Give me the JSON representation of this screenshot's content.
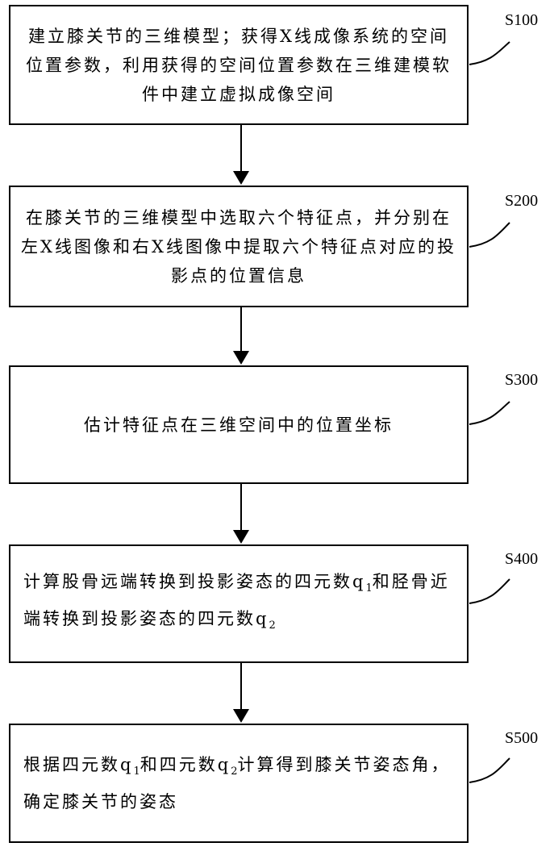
{
  "steps": [
    {
      "id": "S100",
      "text": "建立膝关节的三维模型；获得X线成像系统的空间位置参数，利用获得的空间位置参数在三维建模软件中建立虚拟成像空间"
    },
    {
      "id": "S200",
      "text": "在膝关节的三维模型中选取六个特征点，并分别在左X线图像和右X线图像中提取六个特征点对应的投影点的位置信息"
    },
    {
      "id": "S300",
      "text": "估计特征点在三维空间中的位置坐标"
    },
    {
      "id": "S400",
      "text_parts": [
        "计算股骨远端转换到投影姿态的四元数q",
        "1",
        "和胫骨近端转换到投影姿态的四元数q",
        "2"
      ]
    },
    {
      "id": "S500",
      "text_parts": [
        "根据四元数q",
        "1",
        "和四元数q",
        "2",
        "计算得到膝关节姿态角，确定膝关节的姿态"
      ]
    }
  ]
}
